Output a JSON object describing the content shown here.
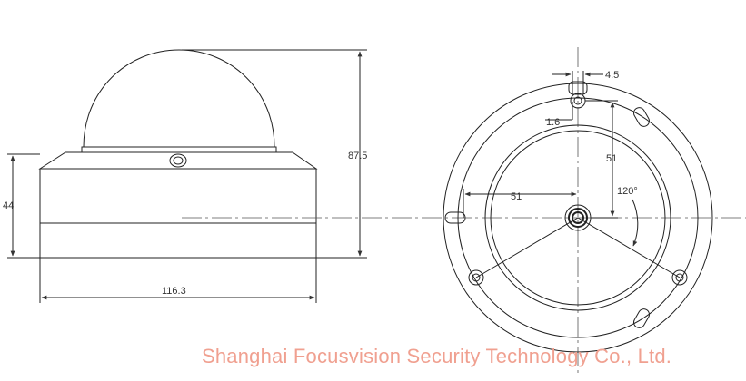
{
  "dimensions": {
    "side_width": "116.3",
    "side_height_base": "44",
    "side_height_total": "87.5",
    "screw_slot_width": "4.5",
    "screw_slot_offset": "1.6",
    "vertical_offset": "51",
    "horizontal_offset": "51",
    "angle": "120°"
  },
  "watermark": "Shanghai Focusvision Security Technology Co., Ltd.",
  "colors": {
    "line": "#222222",
    "watermark": "#f0a090"
  }
}
